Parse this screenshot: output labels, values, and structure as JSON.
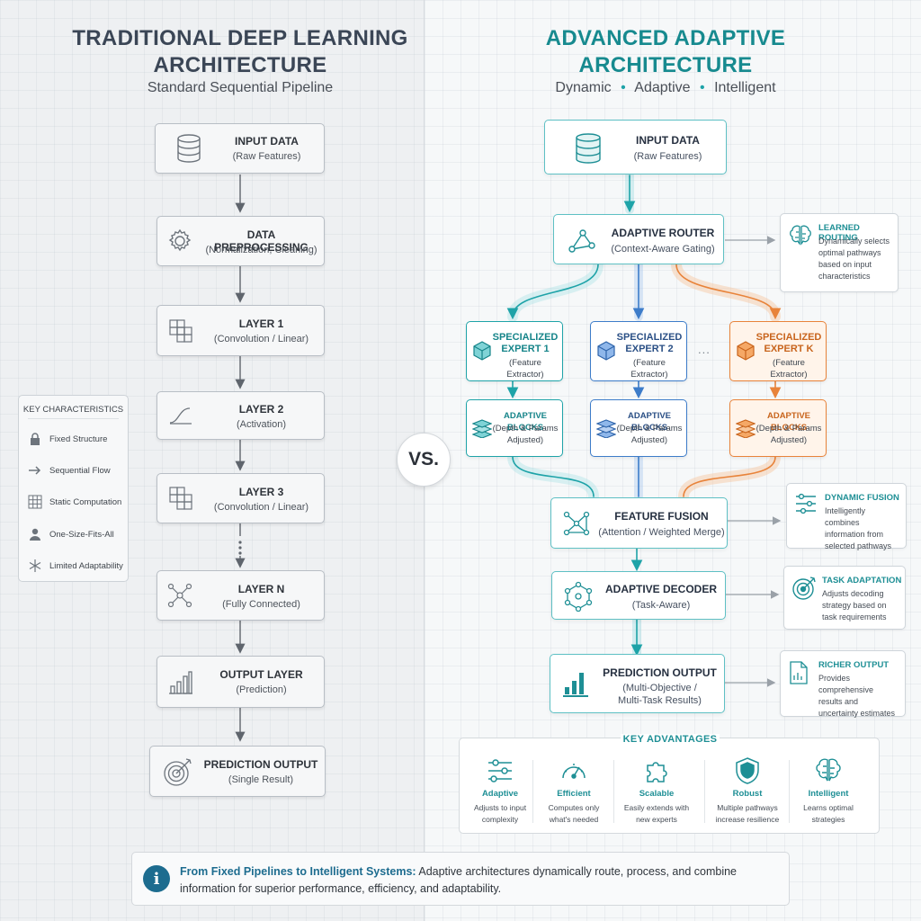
{
  "left": {
    "title_line1": "TRADITIONAL DEEP LEARNING",
    "title_line2": "ARCHITECTURE",
    "subtitle": "Standard Sequential Pipeline",
    "boxes": [
      {
        "title": "INPUT DATA",
        "sub": "(Raw Features)",
        "icon": "database-icon"
      },
      {
        "title": "DATA PREPROCESSING",
        "sub": "(Normalization, Cleaning)",
        "icon": "gear-icon"
      },
      {
        "title": "LAYER 1",
        "sub": "(Convolution / Linear)",
        "icon": "layer-grid-icon"
      },
      {
        "title": "LAYER 2",
        "sub": "(Activation)",
        "icon": "activation-curve-icon"
      },
      {
        "title": "LAYER 3",
        "sub": "(Convolution / Linear)",
        "icon": "layer-grid-icon"
      },
      {
        "title": "LAYER N",
        "sub": "(Fully Connected)",
        "icon": "network-icon"
      },
      {
        "title": "OUTPUT LAYER",
        "sub": "(Prediction)",
        "icon": "bar-chart-icon"
      },
      {
        "title": "PREDICTION OUTPUT",
        "sub": "(Single Result)",
        "icon": "target-icon"
      }
    ],
    "key_characteristics": {
      "title": "KEY CHARACTERISTICS",
      "items": [
        {
          "label": "Fixed Structure",
          "icon": "lock-icon"
        },
        {
          "label": "Sequential Flow",
          "icon": "arrow-right-icon"
        },
        {
          "label": "Static Computation",
          "icon": "grid-icon"
        },
        {
          "label": "One-Size-Fits-All",
          "icon": "person-icon"
        },
        {
          "label": "Limited Adaptability",
          "icon": "snowflake-icon"
        }
      ]
    }
  },
  "vs": "VS.",
  "right": {
    "title_line1": "ADVANCED ADAPTIVE",
    "title_line2": "ARCHITECTURE",
    "subtitle_parts": [
      "Dynamic",
      "Adaptive",
      "Intelligent"
    ],
    "subtitle_sep": "•",
    "input": {
      "title": "INPUT DATA",
      "sub": "(Raw Features)"
    },
    "router": {
      "title": "ADAPTIVE ROUTER",
      "sub": "(Context-Aware Gating)"
    },
    "experts": [
      {
        "title1": "SPECIALIZED",
        "title2": "EXPERT 1",
        "sub": "(Feature Extractor)",
        "color": "#1ea3a8"
      },
      {
        "title1": "SPECIALIZED",
        "title2": "EXPERT 2",
        "sub": "(Feature Extractor)",
        "color": "#3d7cc9"
      },
      {
        "title1": "SPECIALIZED",
        "title2": "EXPERT K",
        "sub": "(Feature Extractor)",
        "color": "#e8833a"
      }
    ],
    "experts_ellipsis": "...",
    "blocks": [
      {
        "title": "ADAPTIVE BLOCKS",
        "sub1": "(Depth & Params",
        "sub2": "Adjusted)"
      },
      {
        "title": "ADAPTIVE BLOCKS",
        "sub1": "(Depth & Params",
        "sub2": "Adjusted)"
      },
      {
        "title": "ADAPTIVE BLOCKS",
        "sub1": "(Depth & Params",
        "sub2": "Adjusted)"
      }
    ],
    "fusion": {
      "title": "FEATURE FUSION",
      "sub": "(Attention / Weighted Merge)"
    },
    "decoder": {
      "title": "ADAPTIVE DECODER",
      "sub": "(Task-Aware)"
    },
    "output": {
      "title": "PREDICTION OUTPUT",
      "sub1": "(Multi-Objective /",
      "sub2": "Multi-Task Results)"
    },
    "side_notes": [
      {
        "title": "LEARNED ROUTING",
        "desc": "Dynamically selects optimal pathways based on input characteristics",
        "icon": "brain-icon"
      },
      {
        "title": "DYNAMIC FUSION",
        "desc": "Intelligently combines information from selected pathways",
        "icon": "sliders-icon"
      },
      {
        "title": "TASK ADAPTATION",
        "desc": "Adjusts decoding strategy based on task requirements",
        "icon": "target-icon"
      },
      {
        "title": "RICHER OUTPUT",
        "desc": "Provides comprehensive results and uncertainty estimates",
        "icon": "document-chart-icon"
      }
    ],
    "key_advantages": {
      "title": "KEY ADVANTAGES",
      "items": [
        {
          "name": "Adaptive",
          "desc1": "Adjusts to input",
          "desc2": "complexity",
          "icon": "sliders-icon"
        },
        {
          "name": "Efficient",
          "desc1": "Computes only",
          "desc2": "what's needed",
          "icon": "gauge-icon"
        },
        {
          "name": "Scalable",
          "desc1": "Easily extends with",
          "desc2": "new experts",
          "icon": "puzzle-icon"
        },
        {
          "name": "Robust",
          "desc1": "Multiple pathways",
          "desc2": "increase resilience",
          "icon": "shield-icon"
        },
        {
          "name": "Intelligent",
          "desc1": "Learns optimal",
          "desc2": "strategies",
          "icon": "brain-icon"
        }
      ]
    }
  },
  "summary": {
    "icon": "info-icon",
    "icon_glyph": "i",
    "heading": "From Fixed Pipelines to Intelligent Systems:",
    "text": "Adaptive architectures dynamically route, process, and combine information for superior performance, efficiency, and adaptability."
  },
  "colors": {
    "teal": "#1ea3a8",
    "blue": "#3d7cc9",
    "orange": "#e8833a",
    "left_title": "#3b4656",
    "right_title": "#178a8f",
    "info": "#1d6c8f"
  }
}
